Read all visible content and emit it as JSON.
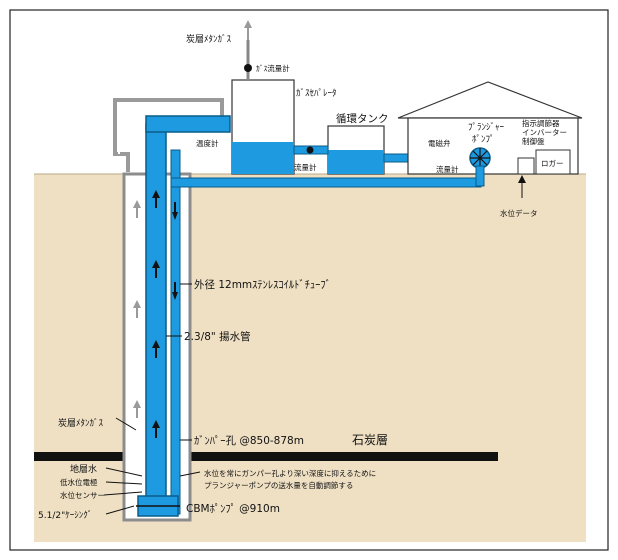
{
  "labels": {
    "top_gas": "炭層ﾒﾀﾝｶﾞｽ",
    "gas_flow_meter": "ｶﾞｽ流量計",
    "gas_separator": "ｶﾞｽｾﾊﾟﾚｰﾀ",
    "circulation_tank": "循環タンク",
    "thermometer": "温度計",
    "flow_meter_1": "流量計",
    "solenoid_valve": "電磁弁",
    "plunger_pump": "ﾌﾟﾗﾝｼﾞｬｰ\nﾎﾟﾝﾌﾟ",
    "flow_meter_2": "流量計",
    "controller": "指示調節器\nインバーター\n制御盤",
    "logger": "ロガー",
    "water_level_data": "水位データ",
    "coil_tube": "外径 12mmｽﾃﾝﾚｽｺｲﾙﾄﾞﾁｭｰﾌﾞ",
    "lift_pipe": "2.3/8\" 揚水管",
    "coal_methane": "炭層ﾒﾀﾝｶﾞｽ",
    "gallery_hole": "ｶﾞﾝﾊﾟｰ孔 @850-878m",
    "coal_seam": "石炭層",
    "formation_water": "地層水",
    "low_level_electrode": "低水位電極",
    "water_sensor": "水位センサー",
    "casing": "5.1/2\"ｹｰｼﾝｸﾞ",
    "pump_depth": "CBMﾎﾟﾝﾌﾟ @910m",
    "note_line1": "水位を常にガンパー孔より深い深度に抑えるために",
    "note_line2": "プランジャーポンプの送水量を自動調節する"
  },
  "colors": {
    "ground": "#efe0c4",
    "water": "#1e9ae0",
    "tube_gray": "#a9a9a9",
    "coal": "#111111"
  }
}
